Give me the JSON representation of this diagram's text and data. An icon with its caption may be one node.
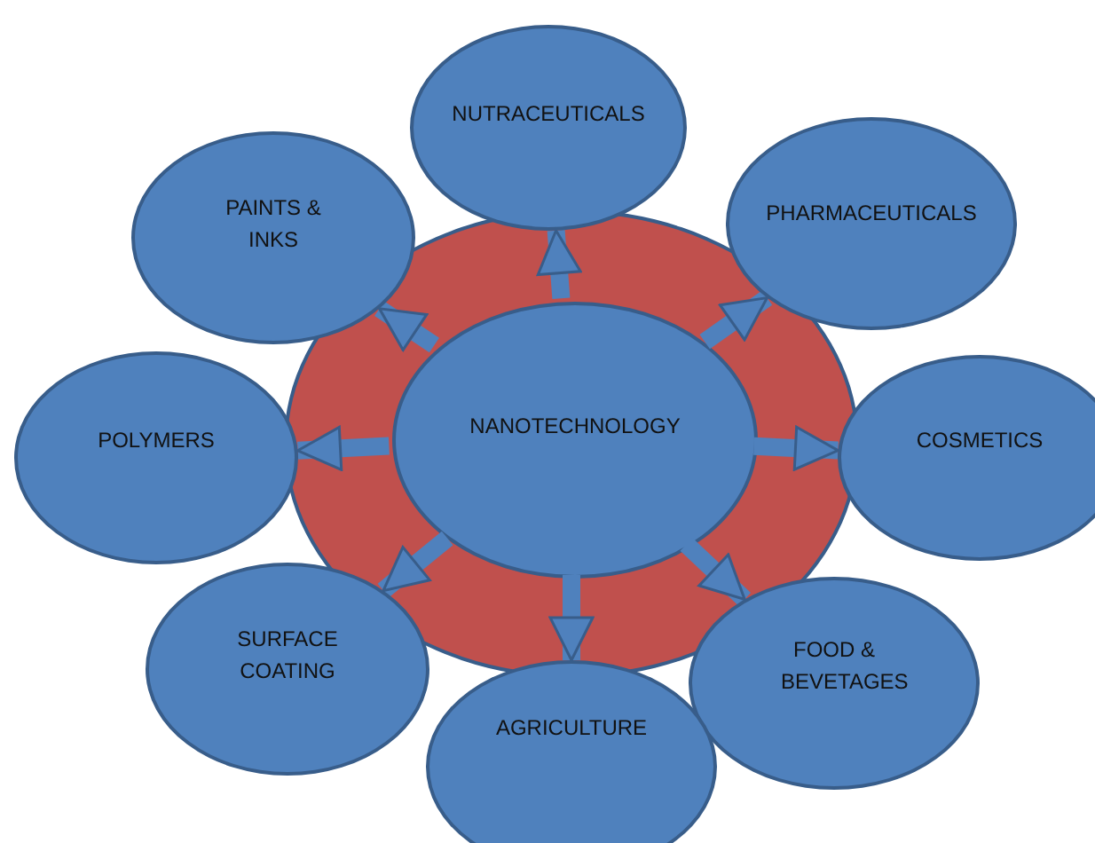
{
  "diagram": {
    "nodes": [
      {
        "text": [],
        "shape": "circle"
      },
      {
        "text": [
          "NANOTECHNOLOGY"
        ],
        "in": 0
      },
      {
        "text": [
          "NUTRACEUTICALS"
        ]
      },
      {
        "text": [
          "PHARMACEUTICALS"
        ]
      },
      {
        "text": [
          "COSMETICS"
        ]
      },
      {
        "text": [
          "FOOD & BEVETAGES"
        ]
      },
      {
        "text": [
          "AGRICULTURE"
        ]
      },
      {
        "text": [
          "SURFACE COATING"
        ]
      },
      {
        "text": [
          "POLYMERS"
        ]
      },
      {
        "text": [
          "PAINTS & INKS"
        ]
      }
    ],
    "edges": [
      {
        "from": 1,
        "to": 2,
        "arrow": "to"
      },
      {
        "from": 1,
        "to": 3,
        "arrow": "to"
      },
      {
        "from": 1,
        "to": 4,
        "arrow": "to"
      },
      {
        "from": 1,
        "to": 5,
        "arrow": "to"
      },
      {
        "from": 1,
        "to": 6,
        "arrow": "to"
      },
      {
        "from": 1,
        "to": 7,
        "arrow": "to"
      },
      {
        "from": 1,
        "to": 8,
        "arrow": "to"
      },
      {
        "from": 1,
        "to": 9,
        "arrow": "to"
      }
    ]
  }
}
